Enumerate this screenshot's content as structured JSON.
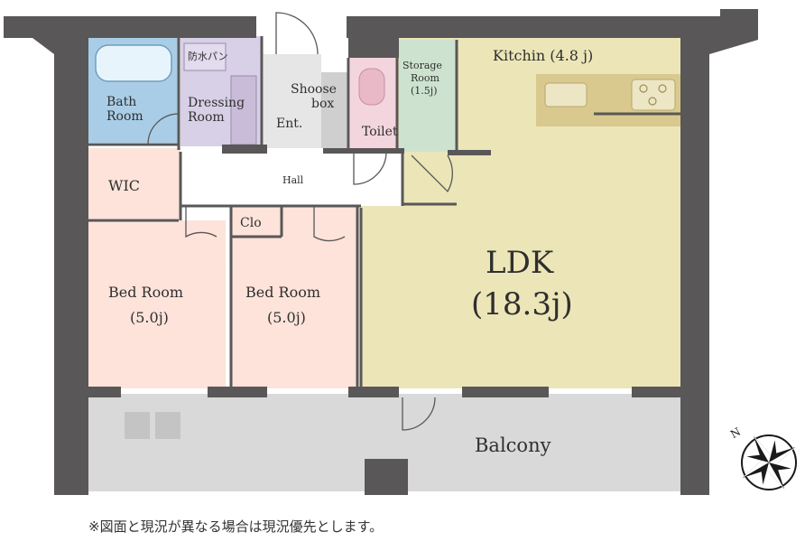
{
  "rooms": {
    "bath": {
      "line1": "Bath",
      "line2": "Room"
    },
    "dressing": {
      "line1": "Dressing",
      "line2": "Room",
      "pan": "防水パン"
    },
    "shoose_box": {
      "line1": "Shoose",
      "line2": "box"
    },
    "entrance": "Ent.",
    "toilet": "Toilet",
    "storage": {
      "line1": "Storage",
      "line2": "Room",
      "area": "(1.5j)"
    },
    "kitchen": "Kitchin (4.8 j)",
    "wic": "WIC",
    "hall": "Hall",
    "closet": "Clo",
    "bed_room_1": {
      "name": "Bed Room",
      "area": "(5.0j)"
    },
    "bed_room_2": {
      "name": "Bed Room",
      "area": "(5.0j)"
    },
    "ldk": {
      "name": "LDK",
      "area": "(18.3j)"
    },
    "balcony": "Balcony"
  },
  "compass": {
    "north_label": "N"
  },
  "colors": {
    "wall": "#595757",
    "bath": "#a9cde6",
    "dressing": "#d8d0e6",
    "toilet": "#f3d5de",
    "storage": "#cde3cf",
    "ldk": "#ece5b7",
    "bedroom": "#fde3da",
    "balcony": "#d9d9d9",
    "floor_light": "#e6e6e6"
  },
  "footer_note": "※図面と現況が異なる場合は現況優先とします。"
}
